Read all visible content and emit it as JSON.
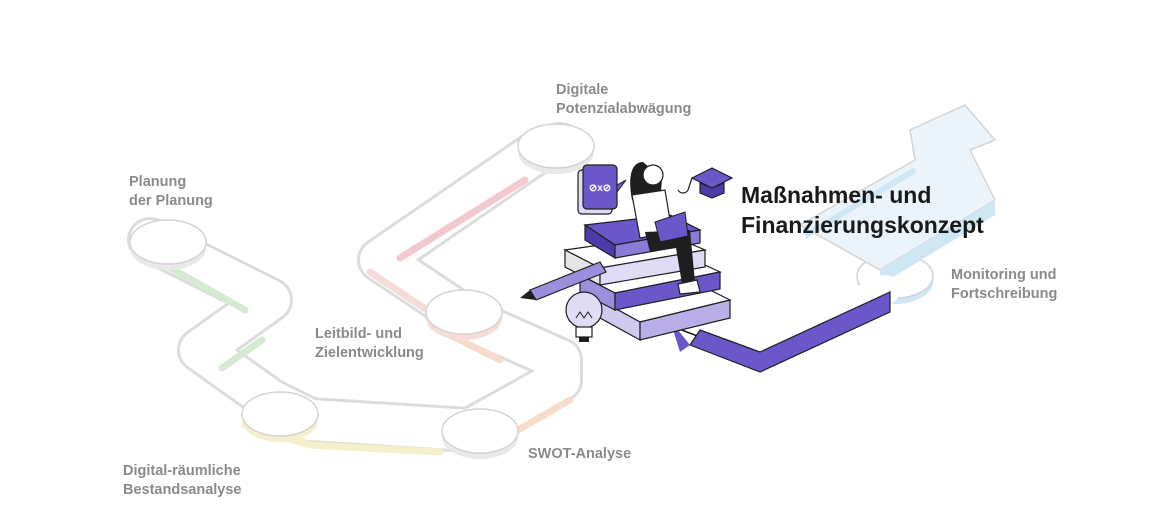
{
  "steps": [
    {
      "id": "planung",
      "line1": "Planung",
      "line2": "der Planung",
      "accent": "#d6ead3"
    },
    {
      "id": "bestand",
      "line1": "Digital-räumliche",
      "line2": "Bestandsanalyse",
      "accent": "#f5efcc"
    },
    {
      "id": "swot",
      "line1": "SWOT-Analyse",
      "line2": "",
      "accent": "#f7dccb"
    },
    {
      "id": "leitbild",
      "line1": "Leitbild- und",
      "line2": "Zielentwicklung",
      "accent": "#f6dcd9"
    },
    {
      "id": "potenzial",
      "line1": "Digitale",
      "line2": "Potenzialabwägung",
      "accent": "#f3c9d0"
    },
    {
      "id": "massnahmen",
      "line1": "Maßnahmen- und",
      "line2": "Finanzierungskonzept",
      "accent": "#6b57c9"
    },
    {
      "id": "monitoring",
      "line1": "Monitoring und",
      "line2": "Fortschreibung",
      "accent": "#cfe6f4"
    }
  ],
  "colors": {
    "path_fill": "#ffffff",
    "path_outline": "#d4d4d4",
    "active_accent": "#6b57c9",
    "active_outline": "#1f1f1f",
    "label_gray": "#8a8a8a",
    "focus_text": "#1a1a1a"
  },
  "illustration": {
    "figure": "person-reading-on-book-stack",
    "icons": [
      "speech-bubble-icon",
      "graduation-cap-icon",
      "lightbulb-icon",
      "pencil-icon",
      "book-stack-icon"
    ],
    "bubble_symbols": "⊘x⊘"
  }
}
